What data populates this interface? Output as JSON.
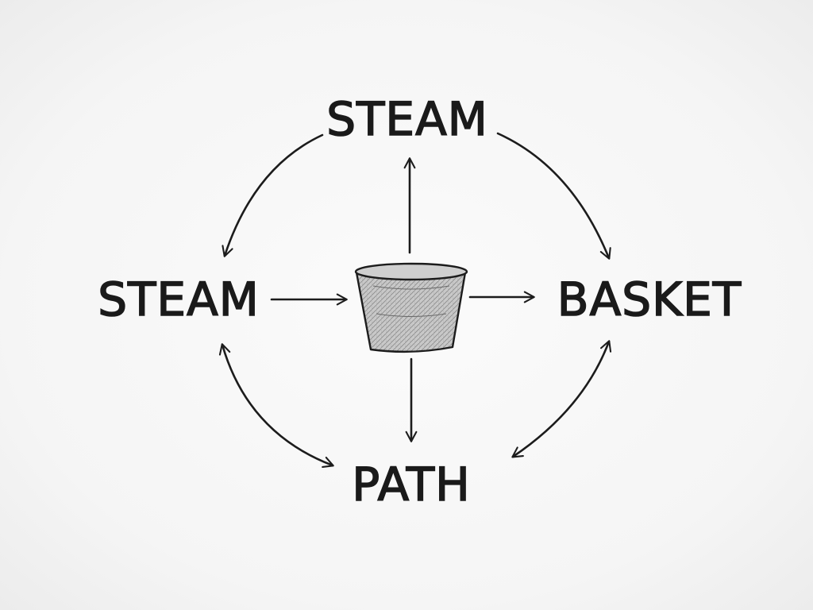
{
  "nodes": {
    "top": "STEAM",
    "left": "STEAM",
    "right": "BASKET",
    "bottom": "PATH"
  },
  "center_icon": "basket-icon",
  "colors": {
    "ink": "#1c1c1c",
    "paper": "#f5f5f5",
    "basket_fill": "#c8c8c8"
  }
}
